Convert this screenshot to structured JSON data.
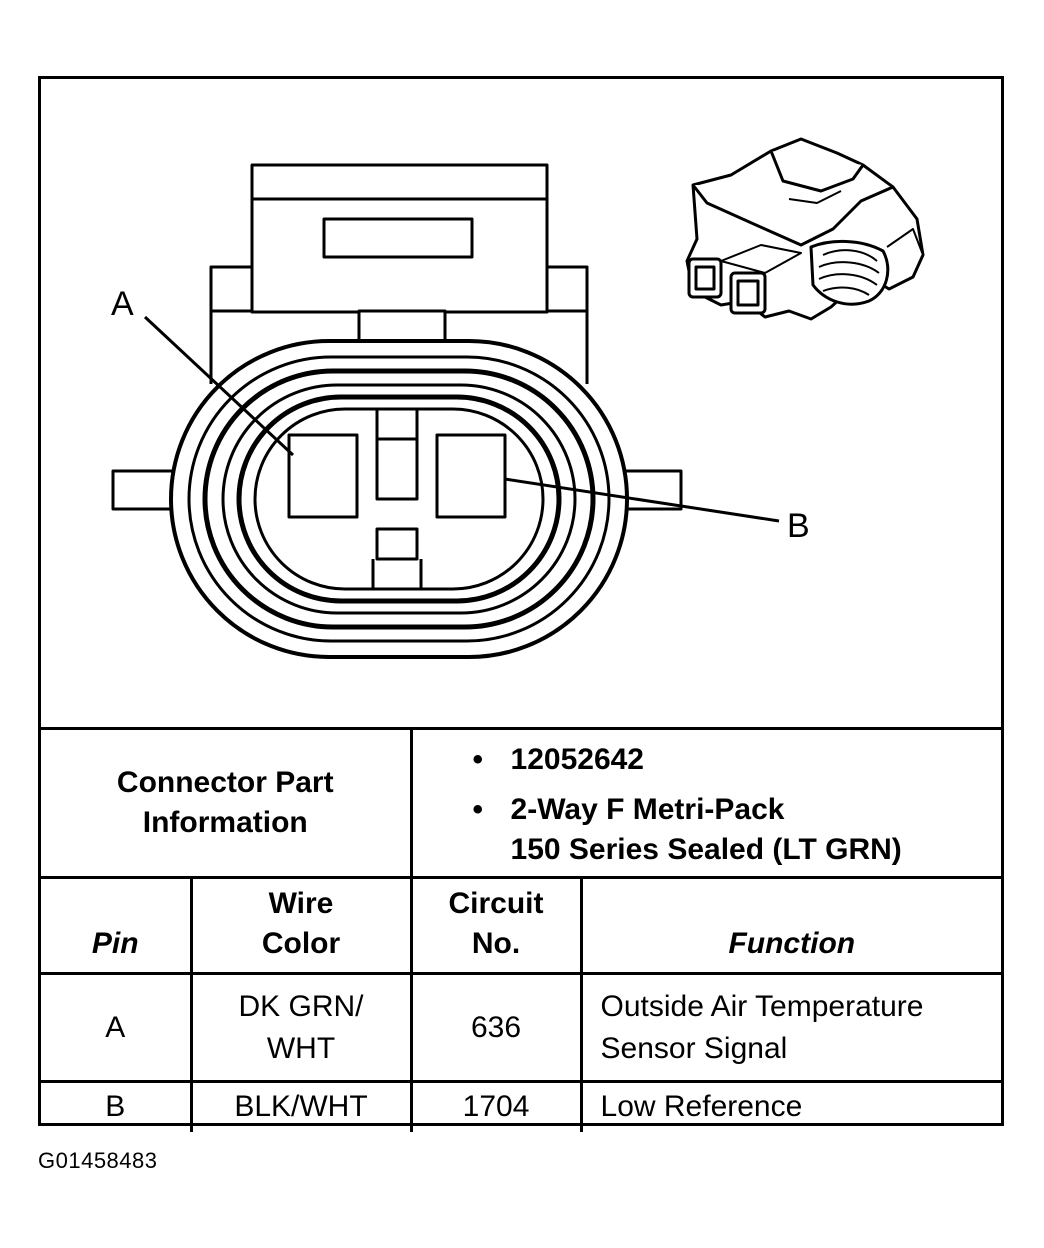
{
  "diagram": {
    "pin_labels": {
      "a": "A",
      "b": "B"
    }
  },
  "connector_info": {
    "label_line1": "Connector Part",
    "label_line2": "Information",
    "bullet_glyph": "•",
    "part_number": "12052642",
    "description_line1": "2-Way F Metri-Pack",
    "description_line2": "150 Series Sealed (LT GRN)"
  },
  "pin_table": {
    "headers": {
      "pin": "Pin",
      "wire_color_line1": "Wire",
      "wire_color_line2": "Color",
      "circuit_line1": "Circuit",
      "circuit_line2": "No.",
      "function": "Function"
    },
    "rows": [
      {
        "pin": "A",
        "wire_line1": "DK GRN/",
        "wire_line2": "WHT",
        "circuit": "636",
        "function_line1": "Outside Air Temperature",
        "function_line2": "Sensor Signal"
      },
      {
        "pin": "B",
        "wire_line1": "BLK/WHT",
        "wire_line2": "",
        "circuit": "1704",
        "function_line1": "Low Reference",
        "function_line2": ""
      }
    ]
  },
  "figure_id": "G01458483",
  "colors": {
    "ink": "#000000",
    "paper": "#ffffff"
  }
}
